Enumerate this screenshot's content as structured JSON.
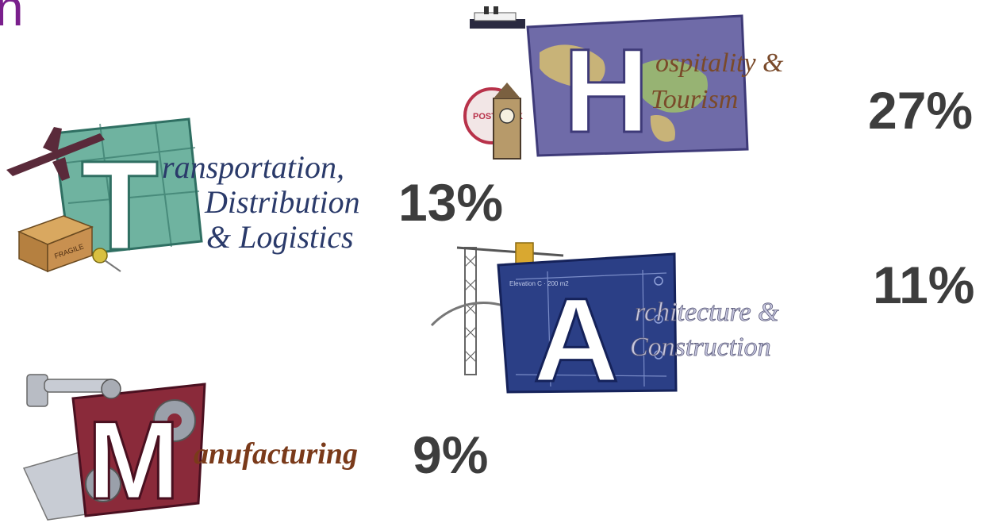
{
  "heading_fragment": "n",
  "clusters": [
    {
      "id": "hospitality",
      "letter": "H",
      "name_rest_line1": "ospitality &",
      "name_line2": "Tourism",
      "stamp_text": "POSTMARK",
      "percent": "27%",
      "colors": {
        "tile": "#6f6ba8",
        "tile_dark": "#3e3a78",
        "letter": "#ffffff",
        "text": "#7a4a2a"
      }
    },
    {
      "id": "transportation",
      "letter": "T",
      "name_rest_line1": "ransportation,",
      "name_line2": "Distribution",
      "name_line3": "& Logistics",
      "box_text": "FRAGILE",
      "percent": "13%",
      "colors": {
        "tile": "#6fb3a0",
        "tile_dark": "#2f6f62",
        "letter": "#ffffff",
        "text": "#2a3a6a"
      }
    },
    {
      "id": "architecture",
      "letter": "A",
      "name_rest_line1": "rchitecture &",
      "name_line2": "Construction",
      "blueprint_text": "Elevation C · 200 m2",
      "percent": "11%",
      "colors": {
        "tile": "#2b3f86",
        "tile_dark": "#15225a",
        "letter": "#ffffff",
        "text": "#c8c8e0"
      }
    },
    {
      "id": "manufacturing",
      "letter": "M",
      "name_rest": "anufacturing",
      "percent": "9%",
      "colors": {
        "tile": "#8a2a3a",
        "tile_dark": "#4a1020",
        "letter": "#ffffff",
        "text": "#7a3a1a"
      }
    }
  ]
}
